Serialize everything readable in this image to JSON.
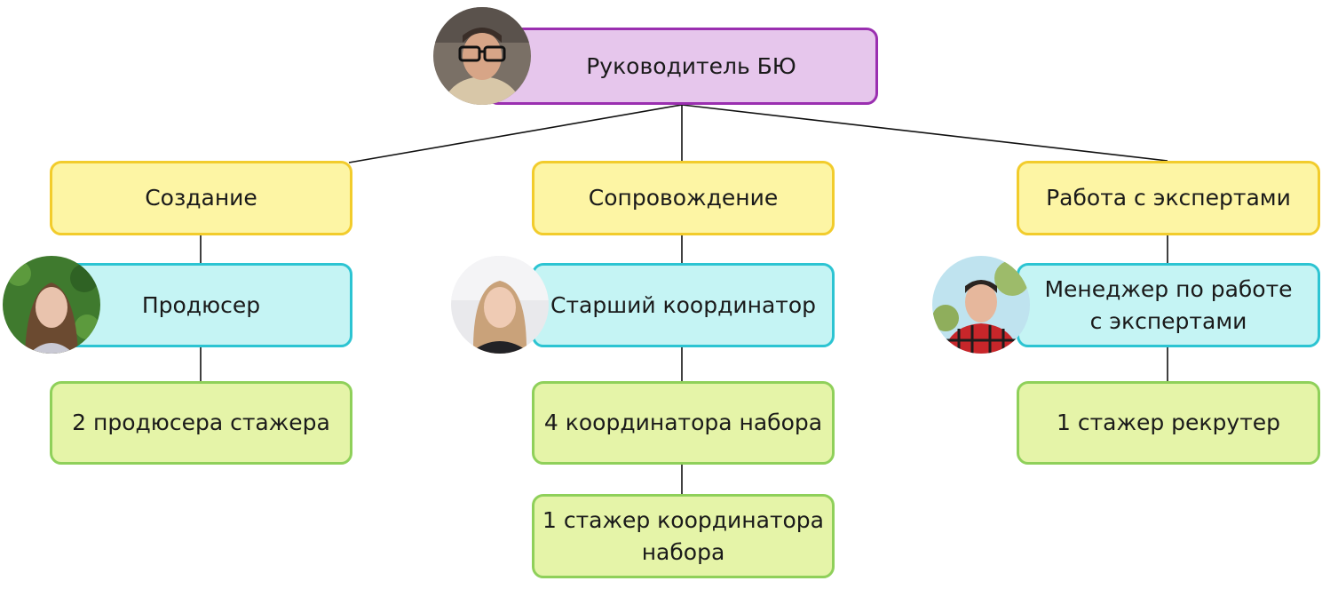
{
  "colors": {
    "head_fill": "#e6c6ec",
    "head_border": "#9a2fb0",
    "department_fill": "#fdf5a4",
    "department_border": "#f2cc2c",
    "lead_fill": "#c5f4f4",
    "lead_border": "#2cc4d2",
    "staff_fill": "#e5f4a8",
    "staff_border": "#8fd05a",
    "connector": "#111111"
  },
  "head": {
    "label": "Руководитель БЮ",
    "avatar_icon": "man-glasses-photo-icon"
  },
  "branches": [
    {
      "department": "Создание",
      "lead": "Продюсер",
      "lead_avatar_icon": "woman-long-hair-photo-icon",
      "staff": [
        "2 продюсера стажера"
      ]
    },
    {
      "department": "Сопровождение",
      "lead": "Старший координатор",
      "lead_avatar_icon": "woman-blonde-photo-icon",
      "staff": [
        "4 координатора набора",
        "1 стажер координатора набора"
      ]
    },
    {
      "department": "Работа с экспертами",
      "lead": "Менеджер по работе с экспертами",
      "lead_avatar_icon": "man-plaid-shirt-photo-icon",
      "staff": [
        "1 стажер рекрутер"
      ]
    }
  ]
}
